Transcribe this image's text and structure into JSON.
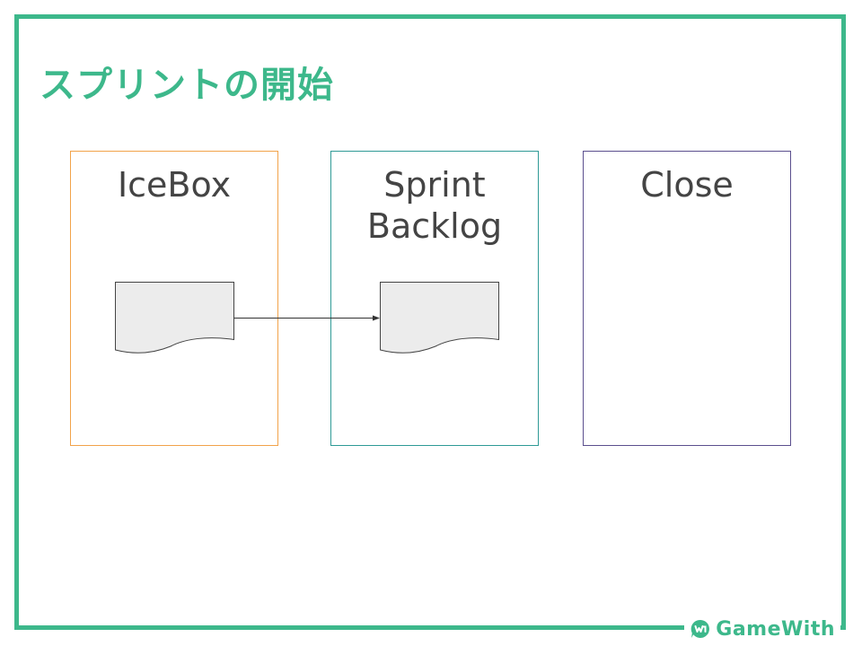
{
  "slide": {
    "title": "スプリントの開始"
  },
  "columns": [
    {
      "label": "IceBox",
      "color": "#f2a34a"
    },
    {
      "label": "Sprint\nBacklog",
      "color": "#2f9a96"
    },
    {
      "label": "Close",
      "color": "#5b4f8e"
    }
  ],
  "cards": [
    {
      "column": "IceBox",
      "icon": "document-icon"
    },
    {
      "column": "Sprint Backlog",
      "icon": "document-icon"
    }
  ],
  "connector": {
    "from": "IceBox",
    "to": "Sprint Backlog",
    "style": "arrow"
  },
  "branding": {
    "logo_text": "GameWith",
    "accent_color": "#3db88b"
  }
}
